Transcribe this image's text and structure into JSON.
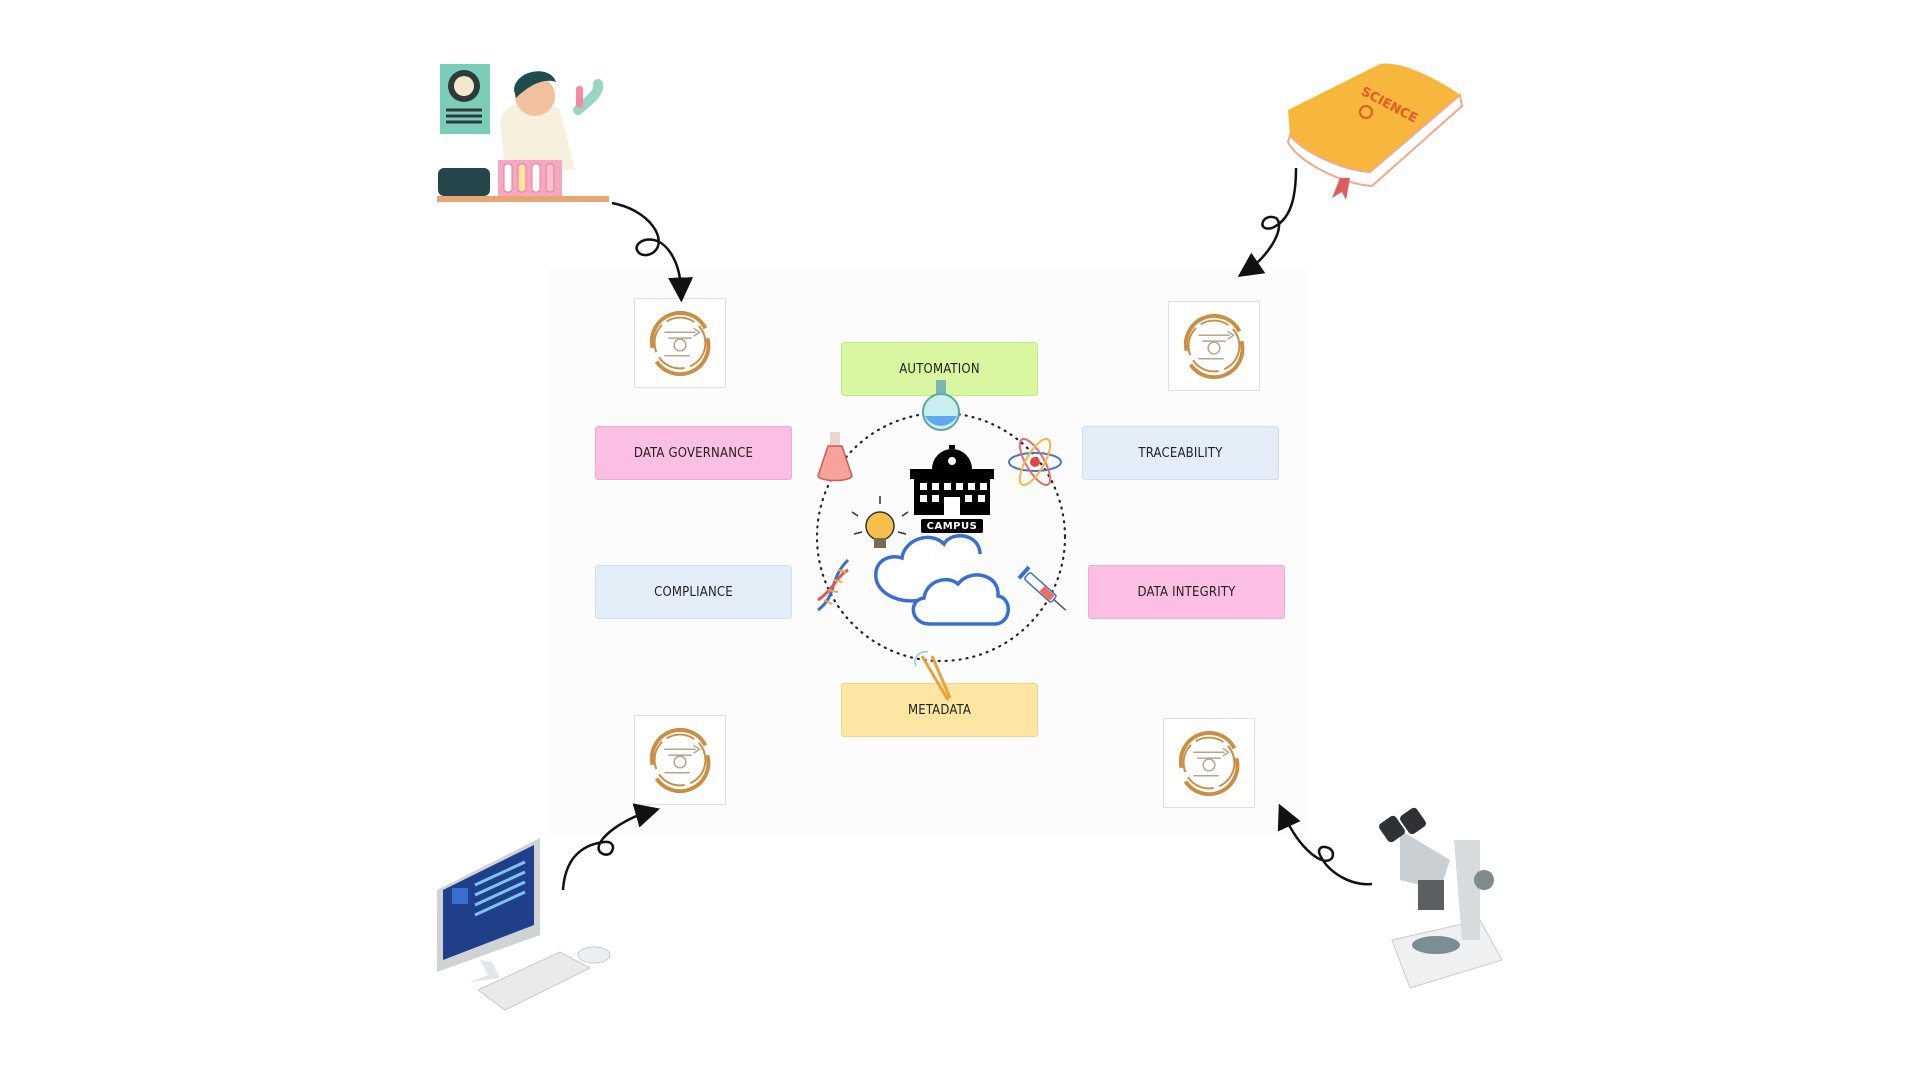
{
  "diagram": {
    "concepts": {
      "automation": "AUTOMATION",
      "data_governance": "DATA GOVERNANCE",
      "traceability": "TRACEABILITY",
      "compliance": "COMPLIANCE",
      "data_integrity": "DATA INTEGRITY",
      "metadata": "METADATA"
    },
    "center": {
      "campus_label": "CAMPUS",
      "book_text": "SCIENCE"
    },
    "colors": {
      "green": "#d9f7a1",
      "pink": "#fbbfe4",
      "light_blue": "#e2edf8",
      "yellow": "#fde6a3",
      "cloud_blue": "#3a6fd0",
      "badge_gold": "#c98f45"
    },
    "icons": [
      "scientist-illustration",
      "science-book-illustration",
      "computer-illustration",
      "microscope-illustration",
      "building-icon",
      "cloud-icon",
      "flask-icon",
      "atom-icon",
      "dna-icon",
      "lightbulb-icon",
      "syringe-icon",
      "tweezers-icon",
      "badge-gear-icon"
    ]
  }
}
